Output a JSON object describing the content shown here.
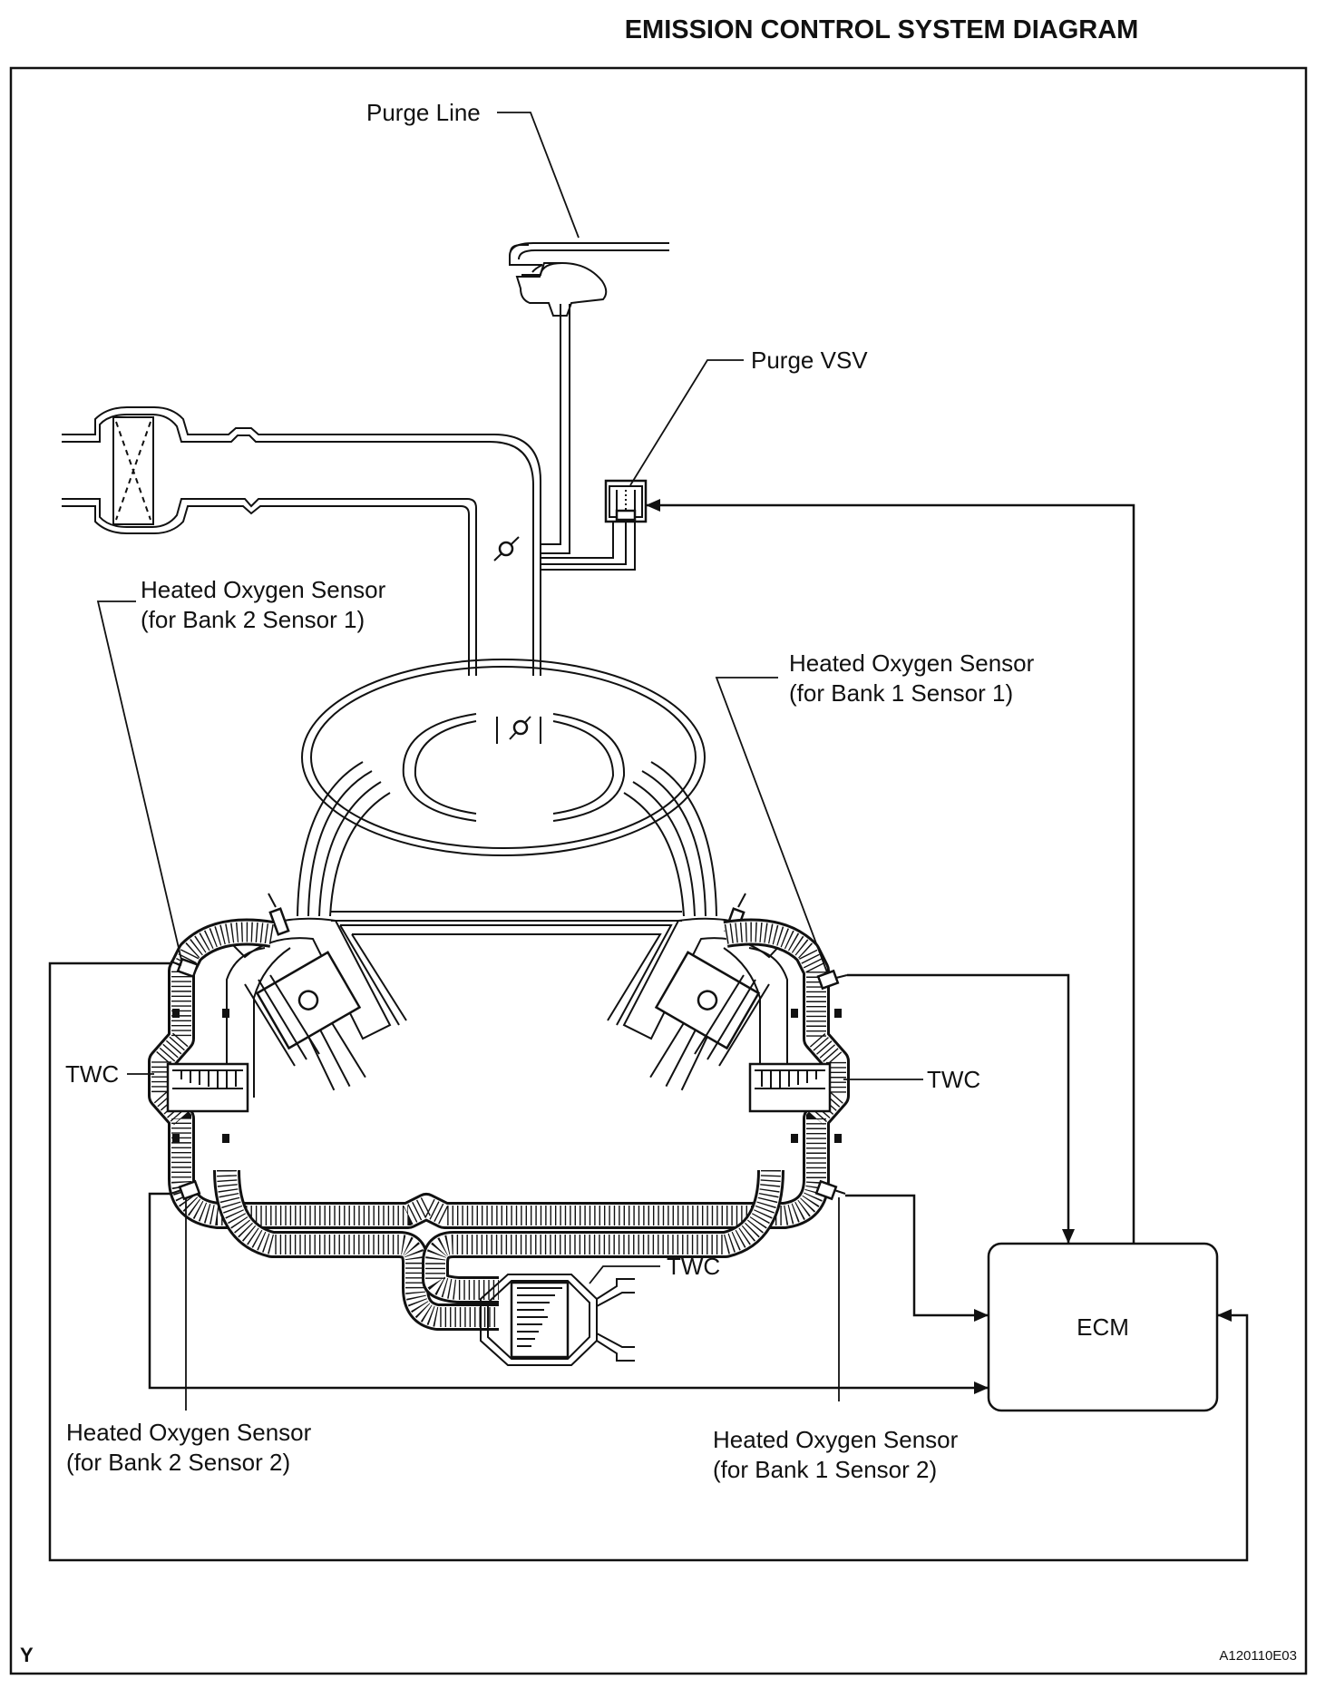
{
  "title": "EMISSION CONTROL SYSTEM DIAGRAM",
  "labels": {
    "purge_line": "Purge Line",
    "purge_vsv": "Purge VSV",
    "hos_b2s1": [
      "Heated Oxygen Sensor",
      "(for Bank 2 Sensor 1)"
    ],
    "hos_b1s1": [
      "Heated Oxygen Sensor",
      "(for Bank 1 Sensor 1)"
    ],
    "hos_b2s2": [
      "Heated Oxygen Sensor",
      "(for Bank 2 Sensor 2)"
    ],
    "hos_b1s2": [
      "Heated Oxygen Sensor",
      "(for Bank 1 Sensor 2)"
    ],
    "twc_left": "TWC",
    "twc_right": "TWC",
    "twc_center": "TWC",
    "ecm": "ECM"
  },
  "footer": {
    "corner_mark": "Y",
    "figure_code": "A120110E03"
  }
}
